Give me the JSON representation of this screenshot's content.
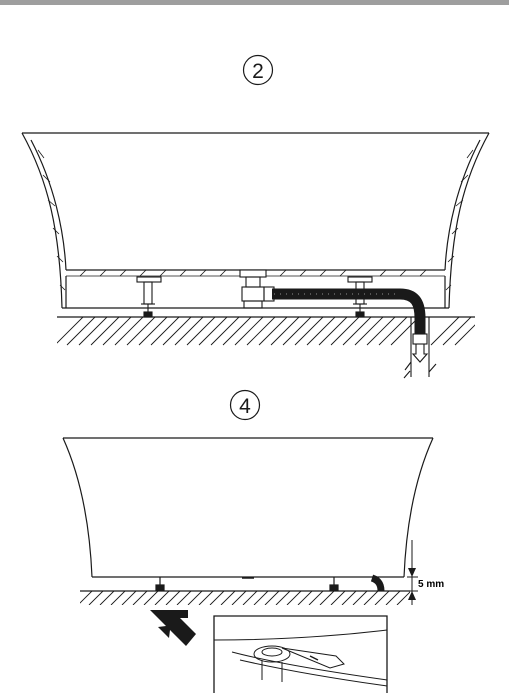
{
  "colors": {
    "top_bar": "#9e9e9e",
    "line": "#1a1a1a",
    "hose": "#1a1a1a"
  },
  "steps": [
    {
      "number": "2"
    },
    {
      "number": "4"
    }
  ],
  "dimension": {
    "label": "5 mm"
  },
  "icons": [
    "bathtub-side-view",
    "drain-hose",
    "floor-hatching",
    "leveling-foot",
    "push-arrow",
    "wrench-detail-inset"
  ]
}
